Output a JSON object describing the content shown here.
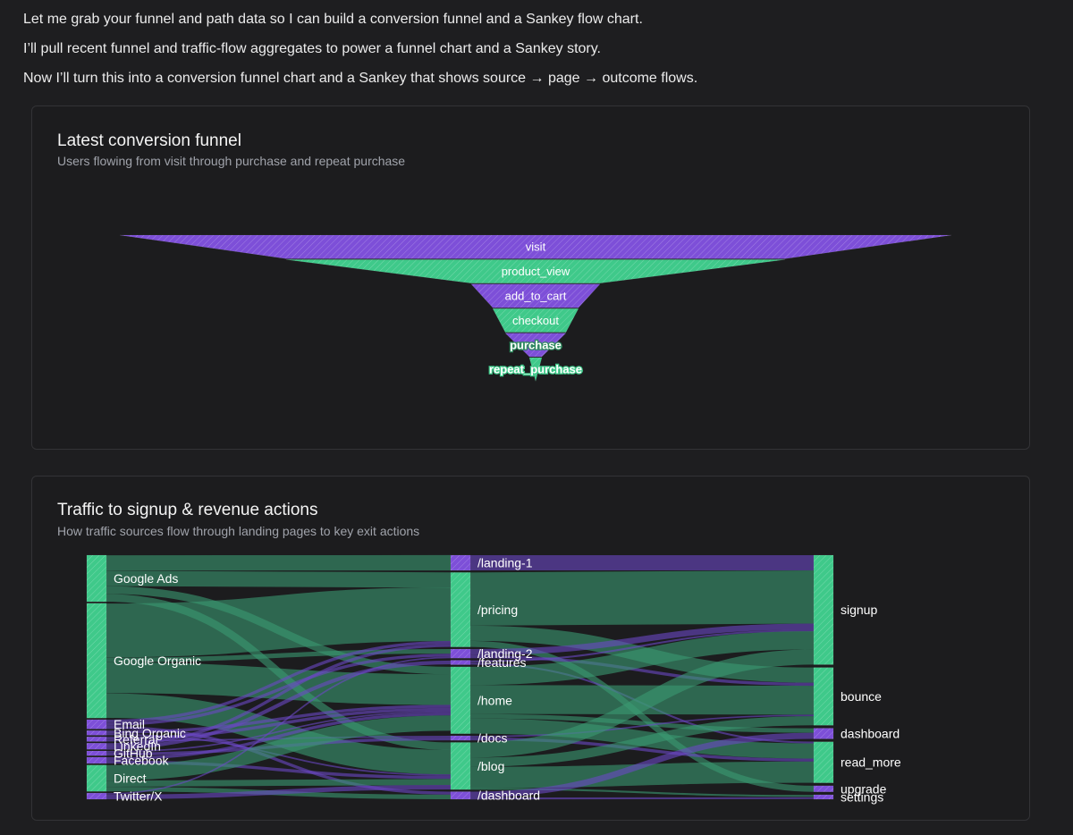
{
  "intro": {
    "lines": [
      "Let me grab your funnel and path data so I can build a conversion funnel and a Sankey flow chart.",
      "I’ll pull recent funnel and traffic-flow aggregates to power a funnel chart and a Sankey story.",
      "Now I’ll turn this into a conversion funnel chart and a Sankey that shows source → page → outcome flows."
    ]
  },
  "colors": {
    "purple": "#7d4fd8",
    "green": "#3fc98a",
    "background": "#1c1c1e"
  },
  "chart_data": [
    {
      "type": "funnel",
      "title": "Latest conversion funnel",
      "subtitle": "Users flowing from visit through purchase and repeat purchase",
      "categories": [
        "visit",
        "product_view",
        "add_to_cart",
        "checkout",
        "purchase",
        "repeat_purchase"
      ],
      "values": [
        100,
        60,
        15.5,
        10.3,
        7.3,
        1.5
      ],
      "unit": "relative (% of visit, estimated from widths)"
    },
    {
      "type": "sankey",
      "title": "Traffic to signup & revenue actions",
      "subtitle": "How traffic sources flow through landing pages to key exit actions",
      "nodes": [
        {
          "name": "Google Ads",
          "column": 0,
          "color": "green"
        },
        {
          "name": "Google Organic",
          "column": 0,
          "color": "green"
        },
        {
          "name": "Email",
          "column": 0,
          "color": "purple"
        },
        {
          "name": "Bing Organic",
          "column": 0,
          "color": "purple"
        },
        {
          "name": "Referral",
          "column": 0,
          "color": "purple"
        },
        {
          "name": "LinkedIn",
          "column": 0,
          "color": "purple"
        },
        {
          "name": "GitHub",
          "column": 0,
          "color": "purple"
        },
        {
          "name": "Facebook",
          "column": 0,
          "color": "purple"
        },
        {
          "name": "Direct",
          "column": 0,
          "color": "green"
        },
        {
          "name": "Twitter/X",
          "column": 0,
          "color": "purple"
        },
        {
          "name": "/landing-1",
          "column": 1,
          "color": "purple"
        },
        {
          "name": "/pricing",
          "column": 1,
          "color": "green"
        },
        {
          "name": "/landing-2",
          "column": 1,
          "color": "purple"
        },
        {
          "name": "/features",
          "column": 1,
          "color": "purple"
        },
        {
          "name": "/home",
          "column": 1,
          "color": "green"
        },
        {
          "name": "/docs",
          "column": 1,
          "color": "purple"
        },
        {
          "name": "/blog",
          "column": 1,
          "color": "green"
        },
        {
          "name": "/dashboard",
          "column": 1,
          "color": "purple"
        },
        {
          "name": "signup",
          "column": 2,
          "color": "green"
        },
        {
          "name": "bounce",
          "column": 2,
          "color": "green"
        },
        {
          "name": "dashboard",
          "column": 2,
          "color": "purple"
        },
        {
          "name": "read_more",
          "column": 2,
          "color": "green"
        },
        {
          "name": "upgrade",
          "column": 2,
          "color": "purple"
        },
        {
          "name": "settings",
          "column": 2,
          "color": "purple"
        }
      ],
      "links": [
        {
          "source": "Google Ads",
          "target": "/landing-1",
          "value": 10
        },
        {
          "source": "Google Ads",
          "target": "/pricing",
          "value": 10
        },
        {
          "source": "Google Ads",
          "target": "/home",
          "value": 5
        },
        {
          "source": "Google Ads",
          "target": "/blog",
          "value": 5
        },
        {
          "source": "Google Organic",
          "target": "/pricing",
          "value": 35
        },
        {
          "source": "Google Organic",
          "target": "/home",
          "value": 20
        },
        {
          "source": "Google Organic",
          "target": "/blog",
          "value": 16
        },
        {
          "source": "Google Organic",
          "target": "/landing-2",
          "value": 3
        },
        {
          "source": "Email",
          "target": "/pricing",
          "value": 2
        },
        {
          "source": "Email",
          "target": "/landing-2",
          "value": 2
        },
        {
          "source": "Email",
          "target": "/dashboard",
          "value": 2
        },
        {
          "source": "Bing Organic",
          "target": "/home",
          "value": 2
        },
        {
          "source": "Bing Organic",
          "target": "/blog",
          "value": 1
        },
        {
          "source": "Referral",
          "target": "/home",
          "value": 2
        },
        {
          "source": "Referral",
          "target": "/docs",
          "value": 1
        },
        {
          "source": "LinkedIn",
          "target": "/features",
          "value": 2
        },
        {
          "source": "LinkedIn",
          "target": "/pricing",
          "value": 2
        },
        {
          "source": "GitHub",
          "target": "/docs",
          "value": 2
        },
        {
          "source": "GitHub",
          "target": "/home",
          "value": 1
        },
        {
          "source": "Facebook",
          "target": "/home",
          "value": 2
        },
        {
          "source": "Facebook",
          "target": "/blog",
          "value": 2
        },
        {
          "source": "Direct",
          "target": "/home",
          "value": 10
        },
        {
          "source": "Direct",
          "target": "/dashboard",
          "value": 3
        },
        {
          "source": "Direct",
          "target": "/blog",
          "value": 4
        },
        {
          "source": "Twitter/X",
          "target": "/blog",
          "value": 3
        },
        {
          "source": "Twitter/X",
          "target": "/landing-2",
          "value": 1
        },
        {
          "source": "/landing-1",
          "target": "signup",
          "value": 10
        },
        {
          "source": "/pricing",
          "target": "signup",
          "value": 35
        },
        {
          "source": "/pricing",
          "target": "bounce",
          "value": 10
        },
        {
          "source": "/pricing",
          "target": "upgrade",
          "value": 4
        },
        {
          "source": "/landing-2",
          "target": "signup",
          "value": 4
        },
        {
          "source": "/landing-2",
          "target": "bounce",
          "value": 2
        },
        {
          "source": "/features",
          "target": "signup",
          "value": 1
        },
        {
          "source": "/features",
          "target": "read_more",
          "value": 1
        },
        {
          "source": "/home",
          "target": "signup",
          "value": 12
        },
        {
          "source": "/home",
          "target": "bounce",
          "value": 19
        },
        {
          "source": "/home",
          "target": "dashboard",
          "value": 3
        },
        {
          "source": "/home",
          "target": "read_more",
          "value": 10
        },
        {
          "source": "/docs",
          "target": "read_more",
          "value": 2
        },
        {
          "source": "/docs",
          "target": "bounce",
          "value": 1
        },
        {
          "source": "/blog",
          "target": "read_more",
          "value": 14
        },
        {
          "source": "/blog",
          "target": "signup",
          "value": 10
        },
        {
          "source": "/blog",
          "target": "bounce",
          "value": 6
        },
        {
          "source": "/blog",
          "target": "settings",
          "value": 1
        },
        {
          "source": "/dashboard",
          "target": "dashboard",
          "value": 4
        },
        {
          "source": "/dashboard",
          "target": "settings",
          "value": 1
        }
      ]
    }
  ]
}
